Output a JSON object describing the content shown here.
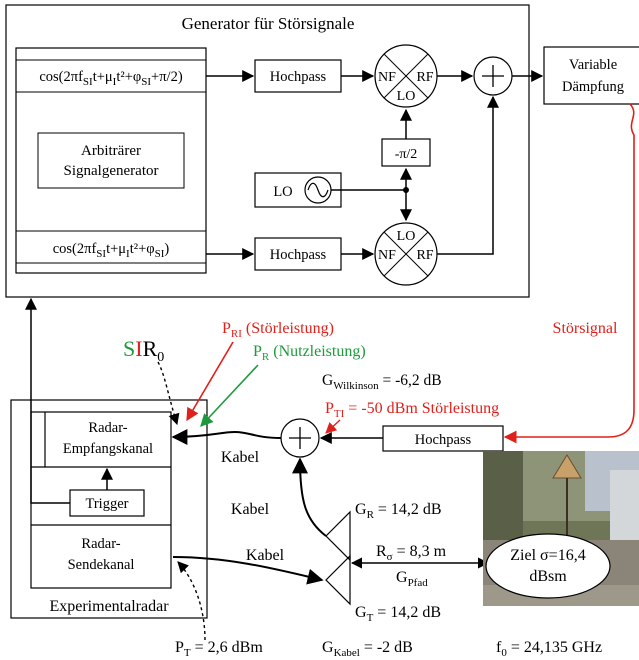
{
  "generator": {
    "title": "Generator für Störsignale",
    "signal_top": {
      "prefix": "cos(2πf",
      "s1": "SI",
      "mid1": "t+μ",
      "s2": "I",
      "mid2": "t²+φ",
      "s3": "SI",
      "suffix": "+π/2)"
    },
    "signal_bottom": {
      "prefix": "cos(2πf",
      "s1": "SI",
      "mid1": "t+μ",
      "s2": "I",
      "mid2": "t²+φ",
      "s3": "SI",
      "suffix": ")"
    },
    "awg_line1": "Arbiträrer",
    "awg_line2": "Signalgenerator",
    "highpass": "Hochpass",
    "mixer_nf": "NF",
    "mixer_rf": "RF",
    "mixer_lo": "LO",
    "phase_shift": "-π/2",
    "lo": "LO",
    "attenuator_line1": "Variable",
    "attenuator_line2": "Dämpfung"
  },
  "radar": {
    "title": "Experimentalradar",
    "rx_line1": "Radar-",
    "rx_line2": "Empfangskanal",
    "trigger": "Trigger",
    "tx_line1": "Radar-",
    "tx_line2": "Sendekanal"
  },
  "labels": {
    "stoersignal": "Störsignal",
    "sir_s": "S",
    "sir_i": "I",
    "sir_r": "R",
    "sir_sub": "0",
    "pri_p": "P",
    "pri_sub": "RI",
    "pri_text": " (Störleistung)",
    "pr_p": "P",
    "pr_sub": "R",
    "pr_text": " (Nutzleistung)",
    "gw_g": "G",
    "gw_sub": "Wilkinson",
    "gw_val": " = -6,2 dB",
    "pti_p": "P",
    "pti_sub": "TI",
    "pti_val": " = -50 dBm Störleistung",
    "hochpass": "Hochpass",
    "kabel1": "Kabel",
    "kabel2": "Kabel",
    "kabel3": "Kabel",
    "gr_g": "G",
    "gr_sub": "R",
    "gr_val": " = 14,2 dB",
    "rs_r": "R",
    "rs_sub": "σ",
    "rs_val": " = 8,3 m",
    "gp_g": "G",
    "gp_sub": "Pfad",
    "gt_g": "G",
    "gt_sub": "T",
    "gt_val": " = 14,2 dB",
    "target_line1": "Ziel σ=16,4",
    "target_line2": "dBsm",
    "pt_p": "P",
    "pt_sub": "T",
    "pt_val": " = 2,6 dBm",
    "gk_g": "G",
    "gk_sub": "Kabel",
    "gk_val": " = -2 dB",
    "f0_f": "f",
    "f0_sub": "0",
    "f0_val": " = 24,135 GHz"
  },
  "colors": {
    "red": "#e0201a",
    "green": "#1d9a3c",
    "black": "#000000"
  }
}
